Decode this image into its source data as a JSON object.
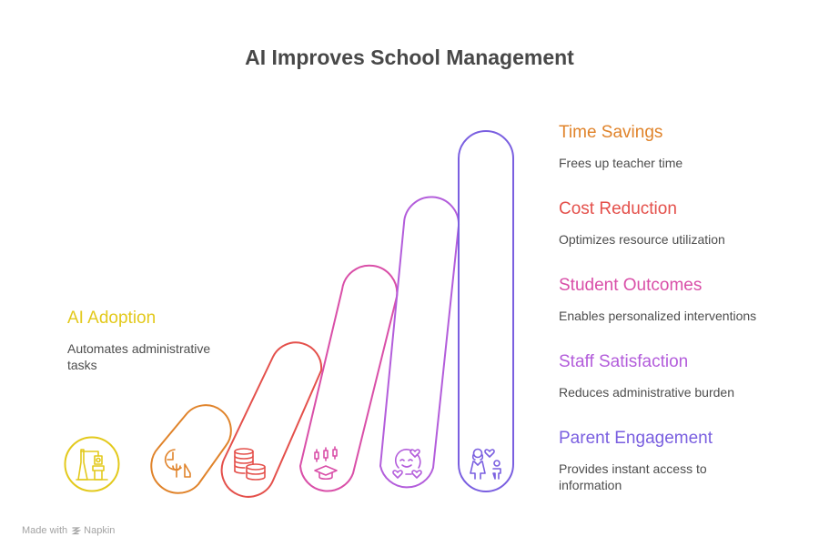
{
  "title": "AI Improves School Management",
  "stages": [
    {
      "id": "ai-adoption",
      "title": "AI Adoption",
      "description": "Automates administrative tasks",
      "color": "#e3c91c",
      "icon": "robot-arm-icon"
    },
    {
      "id": "time-savings",
      "title": "Time Savings",
      "description": "Frees up teacher time",
      "color": "#e0832a",
      "icon": "clock-fork-icon"
    },
    {
      "id": "cost-reduction",
      "title": "Cost Reduction",
      "description": "Optimizes resource utilization",
      "color": "#e4504b",
      "icon": "coin-stack-icon"
    },
    {
      "id": "student-outcomes",
      "title": "Student Outcomes",
      "description": "Enables personalized interventions",
      "color": "#d94fa8",
      "icon": "graduation-chart-icon"
    },
    {
      "id": "staff-satisfaction",
      "title": "Staff Satisfaction",
      "description": "Reduces administrative burden",
      "color": "#b35ddb",
      "icon": "smiley-hearts-icon"
    },
    {
      "id": "parent-engagement",
      "title": "Parent Engagement",
      "description": "Provides instant access to information",
      "color": "#7a5fe0",
      "icon": "parent-child-icon"
    }
  ],
  "footer": {
    "made_with": "Made with",
    "brand": "Napkin"
  }
}
